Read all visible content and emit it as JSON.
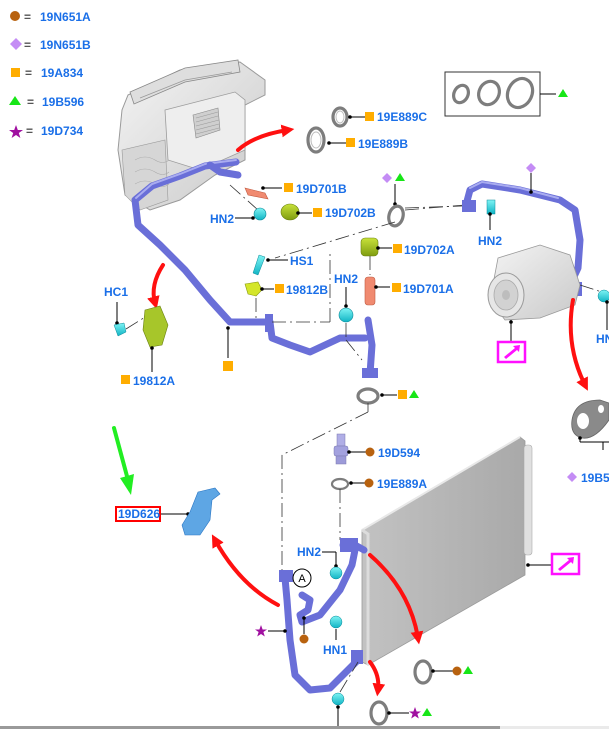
{
  "legend": [
    {
      "symbol": "circle",
      "color": "#b8620f",
      "label": "19N651A"
    },
    {
      "symbol": "diamond",
      "color": "#c48cf5",
      "label": "19N651B"
    },
    {
      "symbol": "square",
      "color": "#ffad00",
      "label": "19A834"
    },
    {
      "symbol": "triangle",
      "color": "#17e617",
      "label": "19B596"
    },
    {
      "symbol": "star",
      "color": "#a010a0",
      "label": "19D734"
    }
  ],
  "legend_equals": "=",
  "symbol_colors": {
    "circle": "#b8620f",
    "diamond": "#c48cf5",
    "square": "#ffad00",
    "triangle": "#17e617",
    "star": "#a010a0",
    "label": "#1a6fe8",
    "pipe": "#6a6fd8",
    "red_arrow": "#ff1010",
    "green_arrow": "#22ee22",
    "magenta_box": "#ff10ff",
    "highlight_box": "#ff0000"
  },
  "parts": {
    "seal_19E889C": "19E889C",
    "seal_19E889B": "19E889B",
    "valve_19D701B": "19D701B",
    "cap_19D702B": "19D702B",
    "hn2_top_left": "HN2",
    "hs1": "HS1",
    "bracket_19812B": "19812B",
    "hn2_mid": "HN2",
    "cap_19D702A": "19D702A",
    "valve_19D701A": "19D701A",
    "hn2_compressor": "HN2",
    "hc1": "HC1",
    "bracket_19812A": "19812A",
    "hn_right": "HN",
    "sensor_19D594": "19D594",
    "seal_19E889A": "19E889A",
    "gasket_19B5": "19B5",
    "bracket_19D626": "19D626",
    "hn2_lower": "HN2",
    "hn1_lower": "HN1",
    "callout_A": "A"
  },
  "seal_kit": {
    "symbols": [
      "triangle"
    ]
  },
  "callouts": {
    "seal_19E889C": [
      "square"
    ],
    "seal_19E889B": [
      "square"
    ],
    "valve_19D701B": [
      "square"
    ],
    "cap_19D702B": [
      "square"
    ],
    "ring_top_mid": [
      "diamond",
      "triangle"
    ],
    "bracket_19812B": [
      "square"
    ],
    "cap_19D702A": [
      "square"
    ],
    "valve_19D701A": [
      "square"
    ],
    "pipe_compressor": [
      "diamond"
    ],
    "bracket_19812A": [
      "square"
    ],
    "pipe_suction": [
      "square"
    ],
    "ring_mid": [
      "square",
      "triangle"
    ],
    "sensor_19D594": [
      "circle"
    ],
    "seal_19E889A": [
      "circle"
    ],
    "gasket_19B5": [
      "diamond"
    ],
    "pipe_lower": [
      "star"
    ],
    "pipe_lower_circle": [
      "circle"
    ],
    "ring_lower_right": [
      "circle",
      "triangle"
    ],
    "ring_bottom": [
      "star",
      "triangle"
    ]
  }
}
